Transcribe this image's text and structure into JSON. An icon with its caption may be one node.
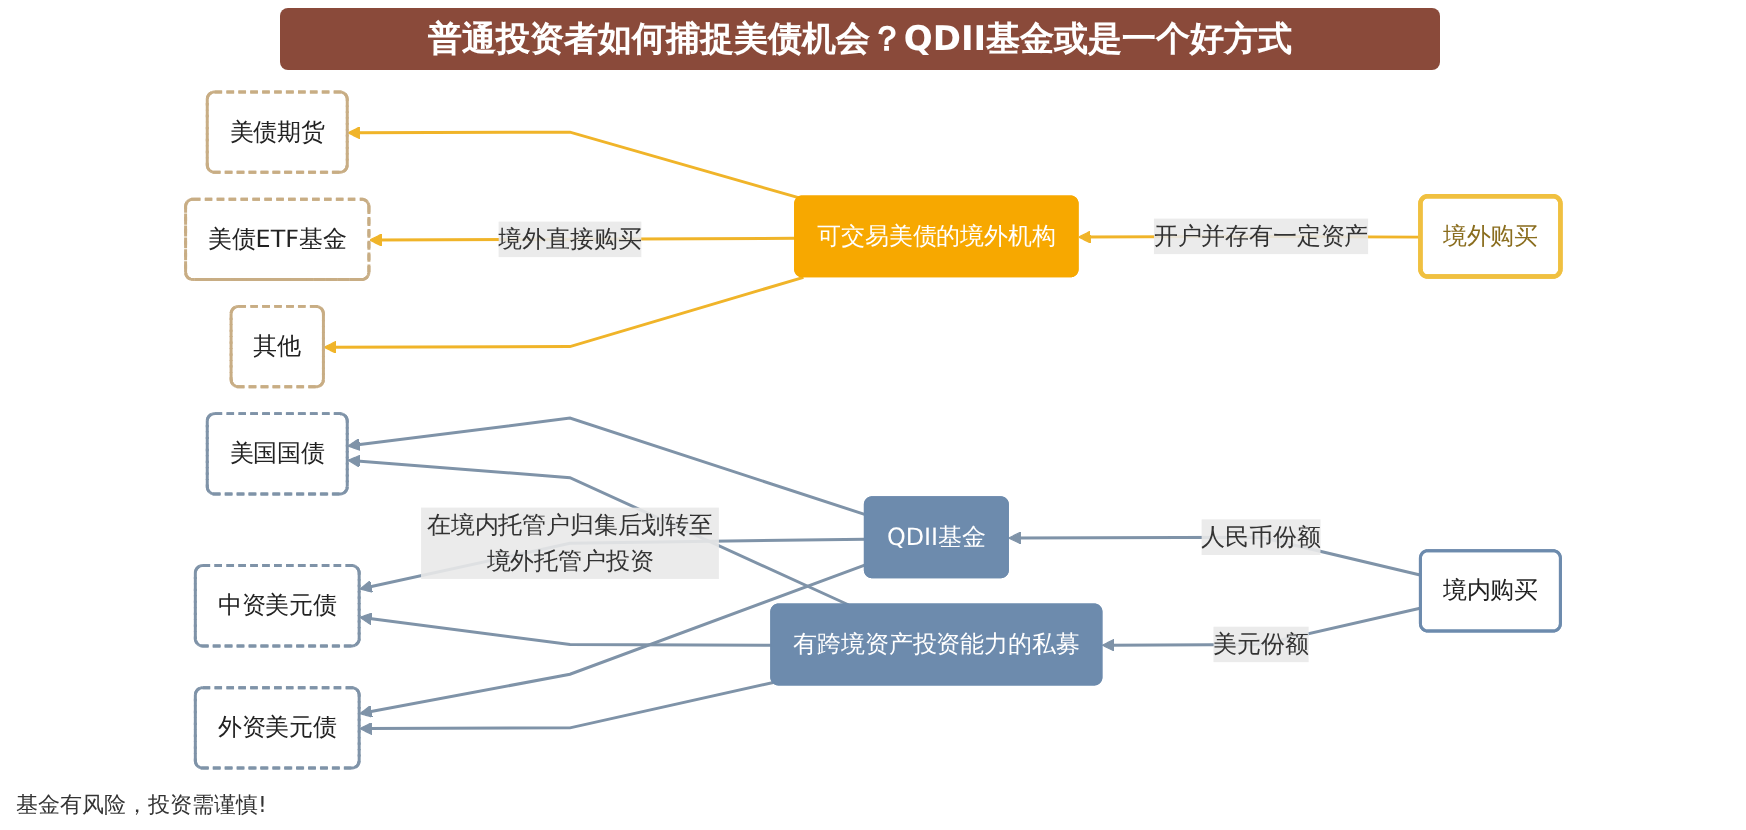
{
  "diagram": {
    "title": "普通投资者如何捕捉美债机会？QDII基金或是一个好方式",
    "nodes": [
      {
        "text": [
          "美债期货"
        ]
      },
      {
        "text": [
          "美债ETF基金"
        ]
      },
      {
        "text": [
          "其他"
        ]
      },
      {
        "text": [
          "可交易美债的境外机构"
        ]
      },
      {
        "text": [
          "境外购买"
        ]
      },
      {
        "text": [
          "美国国债"
        ]
      },
      {
        "text": [
          "中资美元债"
        ]
      },
      {
        "text": [
          "外资美元债"
        ]
      },
      {
        "text": [
          "QDII基金"
        ]
      },
      {
        "text": [
          "有跨境资产投资能力的私募"
        ]
      },
      {
        "text": [
          "境内购买"
        ]
      }
    ],
    "edges": [
      {
        "from": 4,
        "to": 3,
        "arrow": "to",
        "label": "开户并存有一定资产",
        "color": "#f0b429"
      },
      {
        "from": 3,
        "to": 0,
        "arrow": "to",
        "color": "#f0b429"
      },
      {
        "from": 3,
        "to": 1,
        "arrow": "to",
        "label": "境外直接购买",
        "color": "#f0b429"
      },
      {
        "from": 3,
        "to": 2,
        "arrow": "to",
        "color": "#f0b429"
      },
      {
        "from": 10,
        "to": 8,
        "arrow": "to",
        "label": "人民币份额",
        "color": "#7f93a8"
      },
      {
        "from": 10,
        "to": 9,
        "arrow": "to",
        "label": "美元份额",
        "color": "#7f93a8"
      },
      {
        "from": 8,
        "to": 5,
        "arrow": "to",
        "color": "#7f93a8"
      },
      {
        "from": 8,
        "to": 6,
        "arrow": "to",
        "label": "在境内托管户归集后划转至境外托管户投资",
        "color": "#7f93a8"
      },
      {
        "from": 8,
        "to": 7,
        "arrow": "to",
        "color": "#7f93a8"
      },
      {
        "from": 9,
        "to": 5,
        "arrow": "to",
        "color": "#7f93a8"
      },
      {
        "from": 9,
        "to": 6,
        "arrow": "to",
        "color": "#7f93a8"
      },
      {
        "from": 9,
        "to": 7,
        "arrow": "to",
        "color": "#7f93a8"
      }
    ],
    "labels": [
      "基金有风险，投资需谨慎!"
    ]
  }
}
